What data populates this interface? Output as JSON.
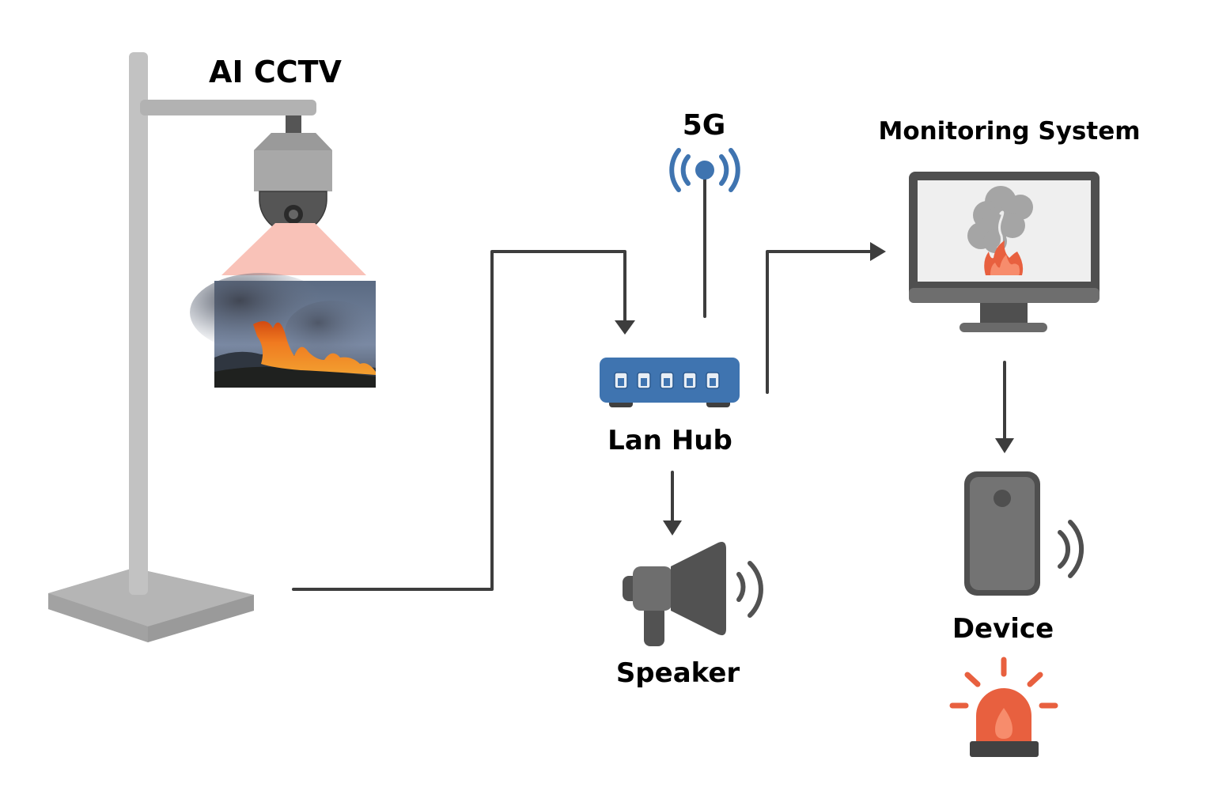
{
  "diagram": {
    "title": "AI CCTV wildfire detection alert system",
    "nodes": {
      "cctv": {
        "label": "AI CCTV",
        "icon": "dome-camera-on-pole-icon",
        "captured_image": "wildfire-photo"
      },
      "antenna": {
        "label": "5G",
        "icon": "antenna-signal-icon"
      },
      "hub": {
        "label": "Lan Hub",
        "icon": "network-switch-icon",
        "ports": 5
      },
      "speaker": {
        "label": "Speaker",
        "icon": "megaphone-icon"
      },
      "monitor": {
        "label": "Monitoring System",
        "icon": "monitor-fire-icon"
      },
      "device": {
        "label": "Device",
        "icon": "mobile-device-icon"
      },
      "alarm": {
        "icon": "siren-alarm-icon"
      }
    },
    "edges": [
      {
        "from": "cctv",
        "to": "hub",
        "arrow": true
      },
      {
        "from": "antenna",
        "to": "hub",
        "arrow": false
      },
      {
        "from": "hub",
        "to": "monitor",
        "arrow": true
      },
      {
        "from": "hub",
        "to": "speaker",
        "arrow": true
      },
      {
        "from": "monitor",
        "to": "device",
        "arrow": true
      }
    ],
    "colors": {
      "line": "#3d3d3d",
      "hub_blue": "#3f74b0",
      "signal_blue": "#3f74b0",
      "fire_red": "#e8603f",
      "fire_light": "#f78c6c",
      "camera_cone": "#f9c2b8",
      "pole_gray": "#c2c2c2"
    }
  }
}
